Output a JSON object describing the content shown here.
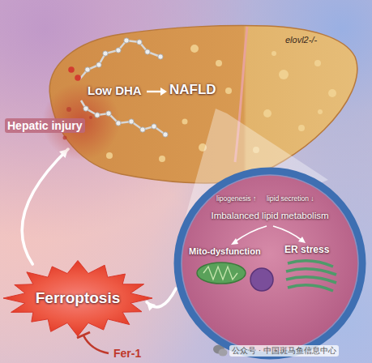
{
  "diagram": {
    "nodes": [
      {
        "text": [
          "Low DHA",
          "NAFLD",
          "elovl2-/-"
        ]
      },
      {
        "text": [
          "lipogenesis ↑",
          "lipid secretion ↓",
          "Imbalanced lipid metabolism",
          "Mito-dysfunction",
          "ER stress"
        ]
      },
      {
        "text": [
          "Ferroptosis"
        ]
      }
    ],
    "edges": [
      {
        "from": 1,
        "to": 2,
        "arrow": "to"
      },
      {
        "from": 2,
        "to": 0,
        "label": "Hepatic injury",
        "arrow": "to"
      }
    ],
    "labels": [
      "Fer-1",
      "公众号 · 中国斑马鱼信息中心"
    ]
  }
}
